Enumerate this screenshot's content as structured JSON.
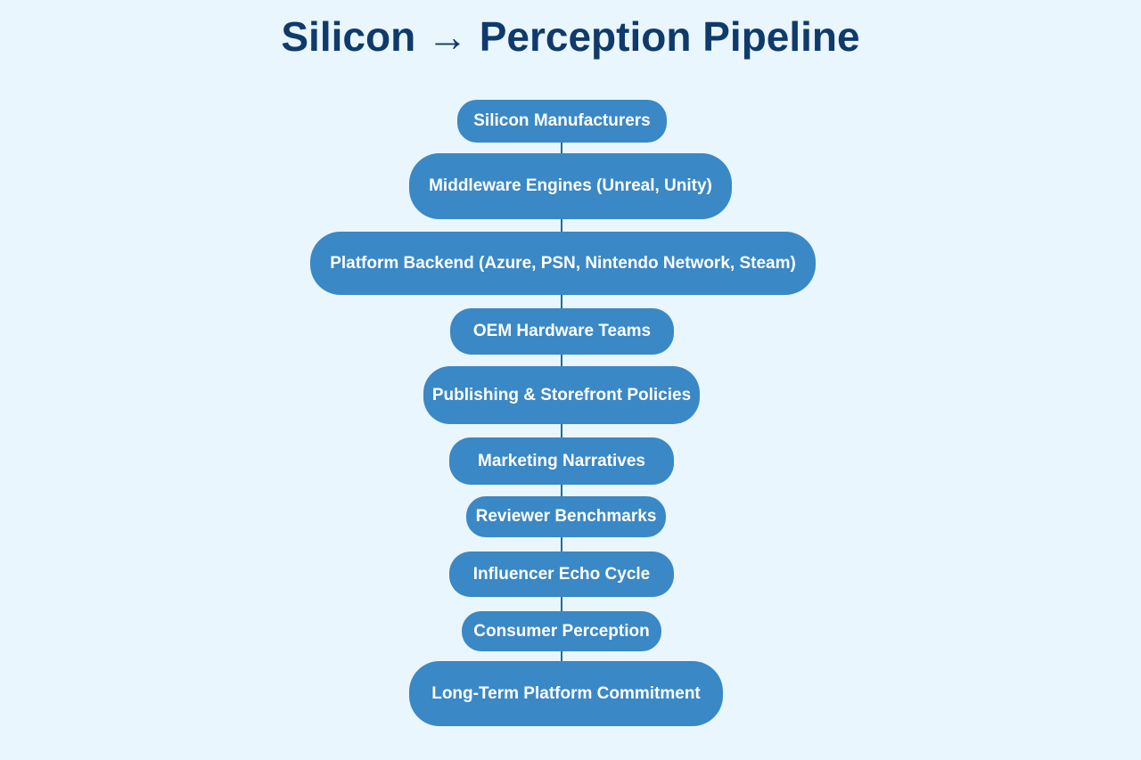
{
  "title": "Silicon → Perception Pipeline",
  "colors": {
    "background": "#e9f6fd",
    "node": "#3a88c5",
    "title": "#0f3a6b",
    "connector": "#1f6f8f"
  },
  "nodes": [
    {
      "label": "Silicon Manufacturers"
    },
    {
      "label": "Middleware Engines (Unreal, Unity)"
    },
    {
      "label": "Platform Backend (Azure, PSN, Nintendo Network, Steam)"
    },
    {
      "label": "OEM Hardware Teams"
    },
    {
      "label": "Publishing & Storefront Policies"
    },
    {
      "label": "Marketing Narratives"
    },
    {
      "label": "Reviewer Benchmarks"
    },
    {
      "label": "Influencer Echo Cycle"
    },
    {
      "label": "Consumer Perception"
    },
    {
      "label": "Long-Term Platform Commitment"
    }
  ]
}
